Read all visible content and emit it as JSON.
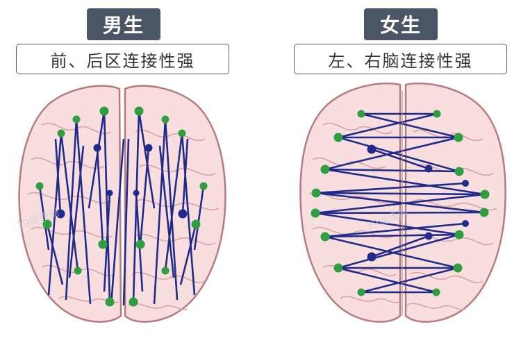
{
  "panels": [
    {
      "title": "男生",
      "subtitle": "前、后区连接性强"
    },
    {
      "title": "女生",
      "subtitle": "左、右脑连接性强"
    }
  ],
  "watermark": "39健康网",
  "colors": {
    "badge": "#4a5566",
    "brain_fill": "#f8dede",
    "brain_stroke": "#b87a7e",
    "gyri": "#d9a3a8",
    "connection": "#1f2a8a",
    "node_green": "#2e9e3f",
    "node_navy": "#1f2a8a"
  },
  "icons": [
    "brain-illustration"
  ]
}
